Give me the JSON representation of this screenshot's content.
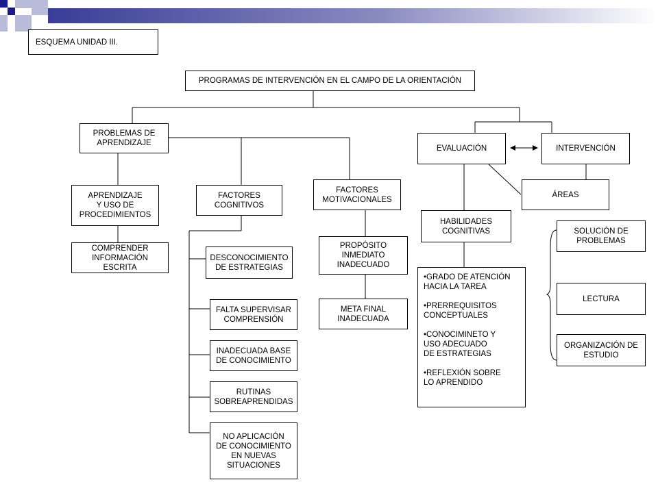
{
  "title": "ESQUEMA UNIDAD III.",
  "colors": {
    "square_dark": "#1a1a8c",
    "square_light": "#b8bcd8",
    "banner_start": "#3a3d96",
    "banner_end": "#ffffff"
  },
  "root": "PROGRAMAS DE INTERVENCIÓN EN EL CAMPO DE LA ORIENTACIÓN",
  "problemas": "PROBLEMAS DE\nAPRENDIZAJE",
  "aprendizaje_uso": "APRENDIZAJE\nY USO DE\nPROCEDIMIENTOS",
  "comprender": "COMPRENDER\nINFORMACIÓN\nESCRITA",
  "factores_cognitivos": "FACTORES\nCOGNITIVOS",
  "cognitive_items": [
    "DESCONOCIMIENTO\nDE ESTRATEGIAS",
    "FALTA SUPERVISAR\nCOMPRENSIÓN",
    "INADECUADA BASE\nDE CONOCIMIENTO",
    "RUTINAS\nSOBREAPRENDIDAS",
    "NO APLICACIÓN\nDE CONOCIMIENTO\nEN NUEVAS\nSITUACIONES"
  ],
  "factores_motivacionales": "FACTORES\nMOTIVACIONALES",
  "proposito": "PROPÓSITO\nINMEDIATO\nINADECUADO",
  "meta": "META FINAL\nINADECUADA",
  "evaluacion": "EVALUACIÓN",
  "intervencion": "INTERVENCIÓN",
  "habilidades": "HABILIDADES\nCOGNITIVAS",
  "habilidades_list": [
    "•GRADO DE ATENCIÓN\nHACIA LA TAREA",
    "•PRERREQUISITOS\nCONCEPTUALES",
    "•CONOCIMINETO Y\nUSO ADECUADO\n DE ESTRATEGIAS",
    "•REFLEXIÓN SOBRE\n LO APRENDIDO"
  ],
  "areas": "ÁREAS",
  "areas_items": [
    "SOLUCIÓN DE\nPROBLEMAS",
    "LECTURA",
    "ORGANIZACIÓN DE\nESTUDIO"
  ]
}
